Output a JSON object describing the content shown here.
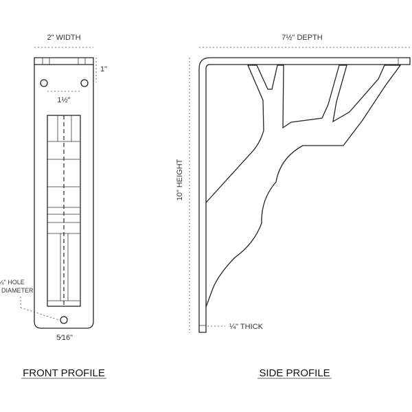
{
  "front": {
    "width_label": "2\" WIDTH",
    "top_height_label": "1\"",
    "hole_spacing_label": "1½\"",
    "hole_note_line1": "¼\" HOLE",
    "hole_note_line2": "DIAMETER",
    "bottom_label": "5⁄16\"",
    "title": "FRONT PROFILE"
  },
  "side": {
    "depth_label": "7½\" DEPTH",
    "height_label": "10\" HEIGHT",
    "thick_label": "¼\" THICK",
    "title": "SIDE PROFILE"
  }
}
